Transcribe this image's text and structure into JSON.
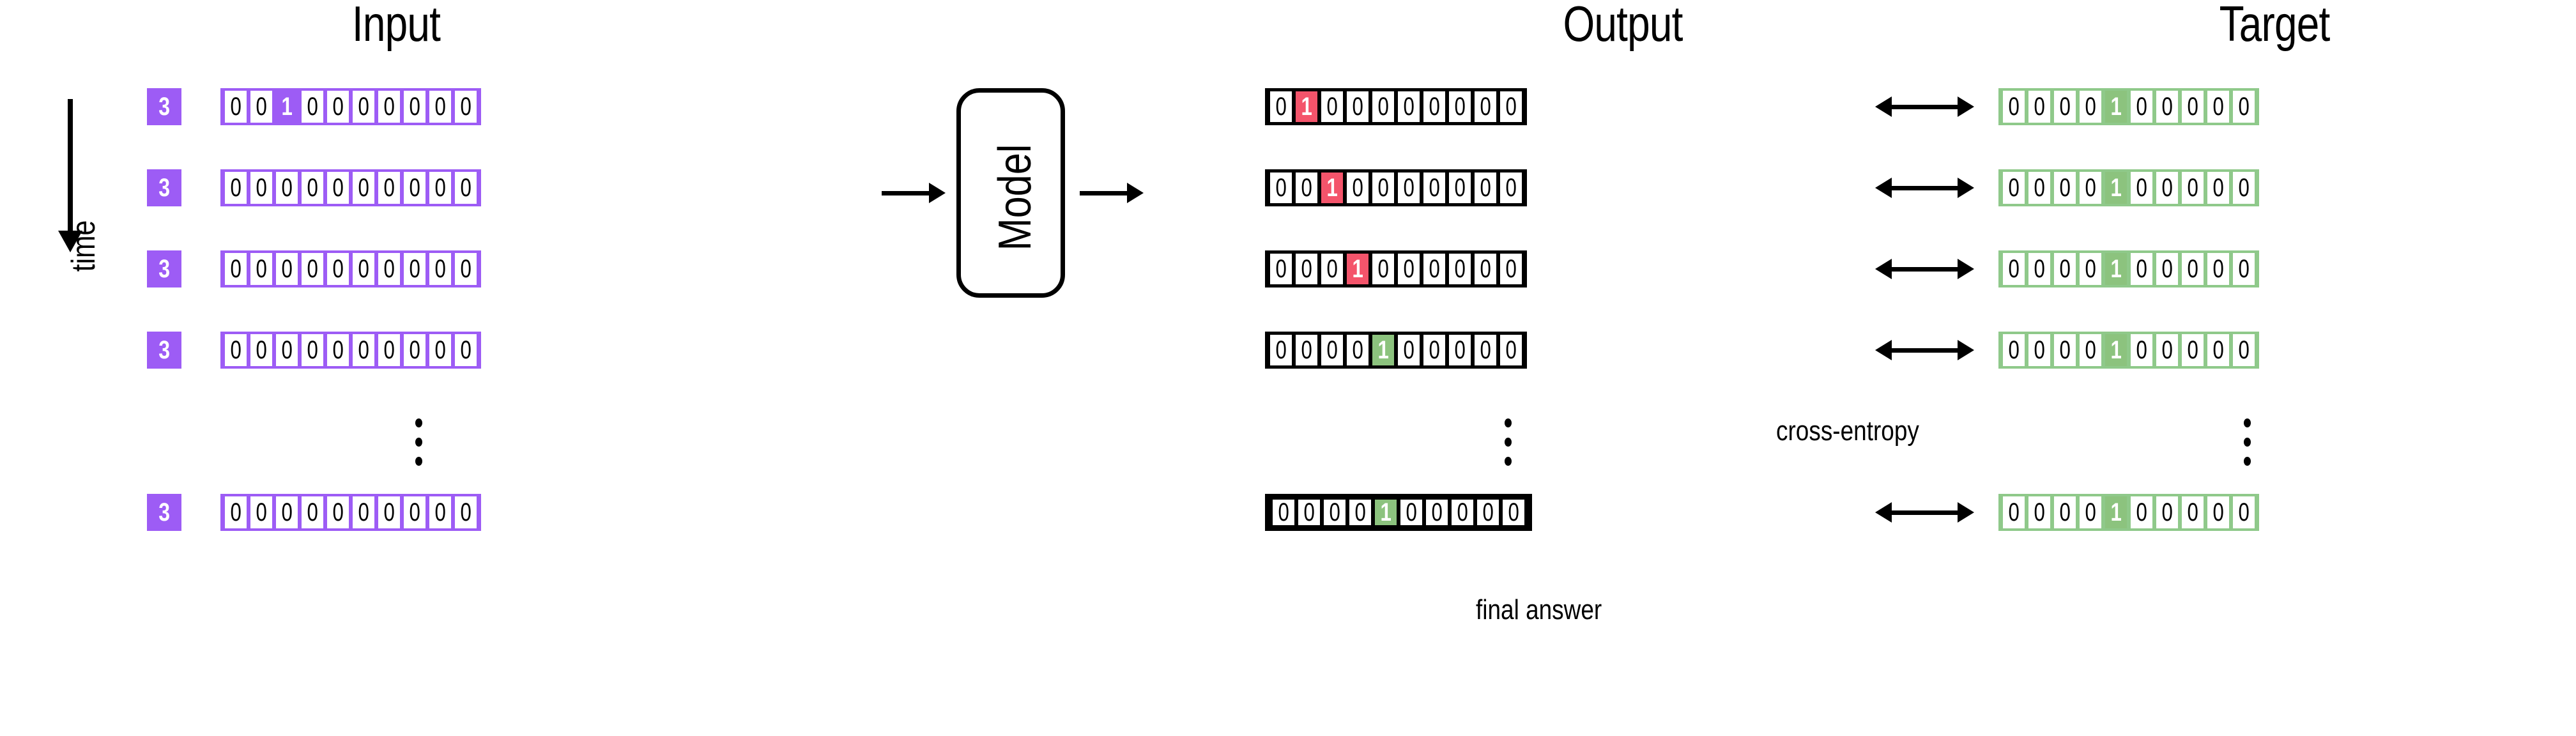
{
  "headings": {
    "input": "Input",
    "output": "Output",
    "target": "Target"
  },
  "axis": {
    "time_label": "time",
    "time_arrow_icon": "arrow-down-icon"
  },
  "model": {
    "label": "Model",
    "in_arrow_icon": "arrow-right-icon",
    "out_arrow_icon": "arrow-right-icon"
  },
  "captions": {
    "cross_entropy": "cross-entropy",
    "final_answer": "final answer"
  },
  "compare_arrow_icon": "double-arrow-icon",
  "ellipsis_icon": "vertical-ellipsis-icon",
  "colors": {
    "input_purple": "#9d5cf5",
    "output_black": "#000000",
    "target_green": "#8fc98a",
    "highlight_green": "#8cc37e",
    "highlight_red": "#f4546b",
    "background": "#ffffff"
  },
  "chart_data": {
    "type": "diagram",
    "title": "Sequence model training: input, output and target one-hot vectors over time",
    "vector_length": 10,
    "input": {
      "token_label": "3",
      "rows": [
        {
          "cells": [
            "0",
            "0",
            "1",
            "0",
            "0",
            "0",
            "0",
            "0",
            "0",
            "0"
          ],
          "hot_index": 2
        },
        {
          "cells": [
            "0",
            "0",
            "0",
            "0",
            "0",
            "0",
            "0",
            "0",
            "0",
            "0"
          ],
          "hot_index": null
        },
        {
          "cells": [
            "0",
            "0",
            "0",
            "0",
            "0",
            "0",
            "0",
            "0",
            "0",
            "0"
          ],
          "hot_index": null
        },
        {
          "cells": [
            "0",
            "0",
            "0",
            "0",
            "0",
            "0",
            "0",
            "0",
            "0",
            "0"
          ],
          "hot_index": null
        },
        {
          "cells": [
            "0",
            "0",
            "0",
            "0",
            "0",
            "0",
            "0",
            "0",
            "0",
            "0"
          ],
          "hot_index": null
        }
      ],
      "ellipsis_after_row": 4
    },
    "output": {
      "rows": [
        {
          "cells": [
            "0",
            "1",
            "0",
            "0",
            "0",
            "0",
            "0",
            "0",
            "0",
            "0"
          ],
          "hot_index": 1,
          "hot_color": "red"
        },
        {
          "cells": [
            "0",
            "0",
            "1",
            "0",
            "0",
            "0",
            "0",
            "0",
            "0",
            "0"
          ],
          "hot_index": 2,
          "hot_color": "red"
        },
        {
          "cells": [
            "0",
            "0",
            "0",
            "1",
            "0",
            "0",
            "0",
            "0",
            "0",
            "0"
          ],
          "hot_index": 3,
          "hot_color": "red"
        },
        {
          "cells": [
            "0",
            "0",
            "0",
            "0",
            "1",
            "0",
            "0",
            "0",
            "0",
            "0"
          ],
          "hot_index": 4,
          "hot_color": "green"
        },
        {
          "cells": [
            "0",
            "0",
            "0",
            "0",
            "1",
            "0",
            "0",
            "0",
            "0",
            "0"
          ],
          "hot_index": 4,
          "hot_color": "green",
          "final": true
        }
      ],
      "ellipsis_after_row": 4
    },
    "target": {
      "rows": [
        {
          "cells": [
            "0",
            "0",
            "0",
            "0",
            "1",
            "0",
            "0",
            "0",
            "0",
            "0"
          ],
          "hot_index": 4
        },
        {
          "cells": [
            "0",
            "0",
            "0",
            "0",
            "1",
            "0",
            "0",
            "0",
            "0",
            "0"
          ],
          "hot_index": 4
        },
        {
          "cells": [
            "0",
            "0",
            "0",
            "0",
            "1",
            "0",
            "0",
            "0",
            "0",
            "0"
          ],
          "hot_index": 4
        },
        {
          "cells": [
            "0",
            "0",
            "0",
            "0",
            "1",
            "0",
            "0",
            "0",
            "0",
            "0"
          ],
          "hot_index": 4
        },
        {
          "cells": [
            "0",
            "0",
            "0",
            "0",
            "1",
            "0",
            "0",
            "0",
            "0",
            "0"
          ],
          "hot_index": 4
        }
      ],
      "ellipsis_after_row": 4
    }
  }
}
